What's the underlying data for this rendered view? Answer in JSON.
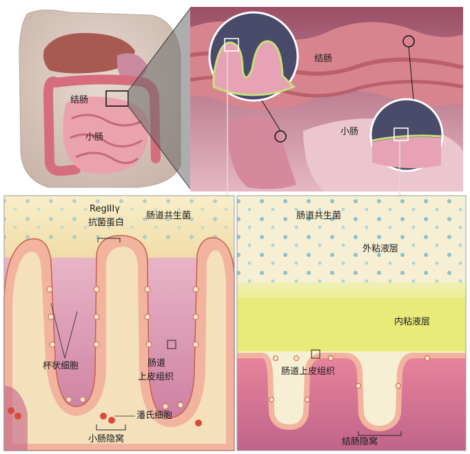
{
  "labels": {
    "overview_colon": "结肠",
    "overview_small_intestine": "小肠",
    "zoom_colon": "结肠",
    "zoom_small_intestine": "小肠",
    "regiii_line1": "RegIIIγ",
    "regiii_line2": "抗菌蛋白",
    "left_symbiotic": "肠道共生菌",
    "goblet_cells": "杯状细胞",
    "left_epithelium_line1": "肠道",
    "left_epithelium_line2": "上皮组织",
    "paneth_cells": "潘氏细胞",
    "small_intestine_crypt": "小肠隐窝",
    "right_symbiotic": "肠道共生菌",
    "outer_mucus": "外粘液层",
    "inner_mucus": "内粘液层",
    "right_epithelium": "肠道上皮组织",
    "colon_crypt": "结肠隐窝"
  },
  "colors": {
    "lumen_cream": "#f6ecc4",
    "tissue_pink": "#d98aa8",
    "epithelium": "#f2b9a5",
    "mucus_yellow": "#e7ea6a",
    "bacteria_blue": "#6fb3c9",
    "panel_border": "#9a9a9a"
  }
}
